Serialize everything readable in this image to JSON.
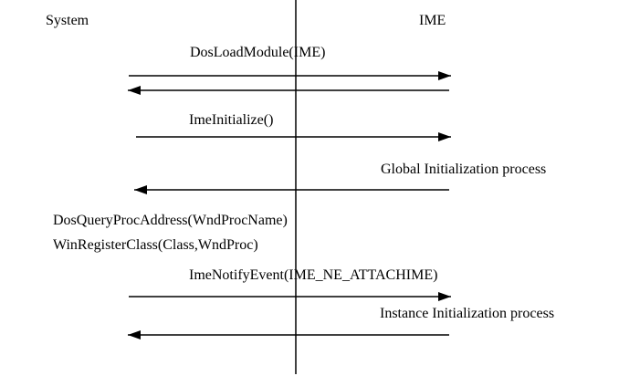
{
  "participants": {
    "left": "System",
    "right": "IME"
  },
  "messages": [
    {
      "label": "DosLoadModule(IME)",
      "direction": "to-right"
    },
    {
      "label": "",
      "direction": "to-left"
    },
    {
      "label": "ImeInitialize()",
      "direction": "to-right"
    },
    {
      "label": "Global Initialization process",
      "direction": "to-left"
    },
    {
      "label": "ImeNotifyEvent(IME_NE_ATTACHIME)",
      "direction": "to-right"
    },
    {
      "label": "Instance Initialization process",
      "direction": "to-left"
    }
  ],
  "system_steps": [
    "DosQueryProcAddress(WndProcName)",
    "WinRegisterClass(Class,WndProc)"
  ],
  "colors": {
    "line": "#000000",
    "background": "#ffffff"
  }
}
